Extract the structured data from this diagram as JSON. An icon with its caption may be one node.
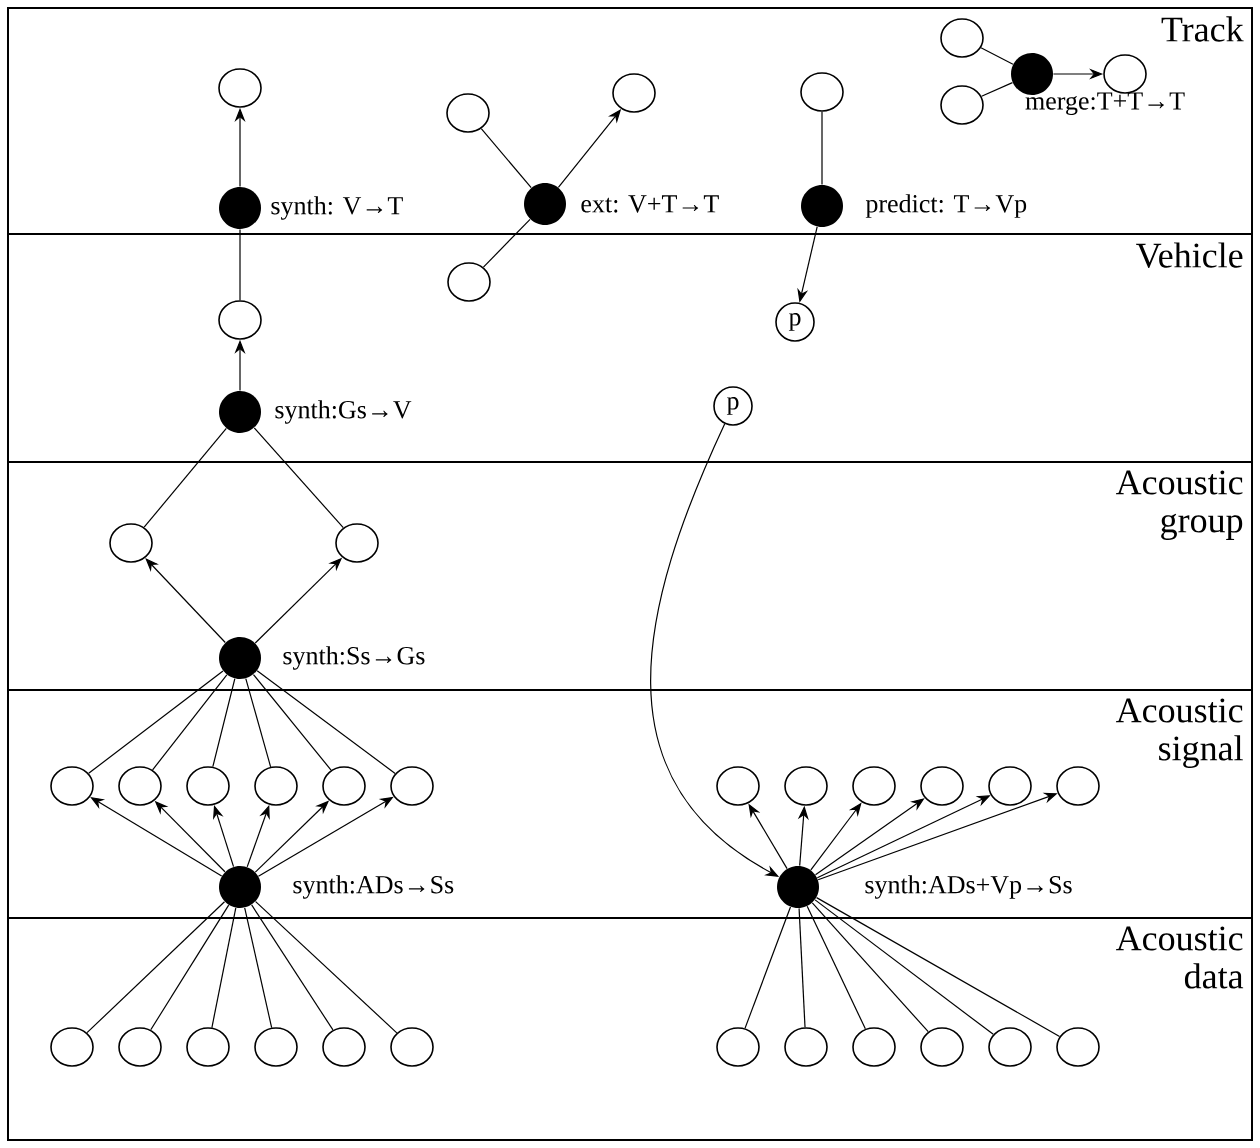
{
  "diagram": {
    "nodes": [
      {
        "text": [
          "Track"
        ]
      },
      {
        "text": [
          "Vehicle"
        ]
      },
      {
        "text": [
          "Acoustic group"
        ]
      },
      {
        "text": [
          "Acoustic signal"
        ]
      },
      {
        "text": [
          "Acoustic data"
        ]
      },
      {
        "text": [],
        "shape": "circle",
        "in": 0
      },
      {
        "text": [],
        "shape": "dot",
        "in": 0,
        "beside": [
          "synth: V→T"
        ]
      },
      {
        "text": [],
        "shape": "circle",
        "in": 0
      },
      {
        "text": [],
        "shape": "circle",
        "in": 0
      },
      {
        "text": [],
        "shape": "dot",
        "in": 0,
        "beside": [
          "ext: V+T→T"
        ]
      },
      {
        "text": [],
        "shape": "circle",
        "in": 0
      },
      {
        "text": [],
        "shape": "dot",
        "in": 0,
        "beside": [
          "predict: T→Vp"
        ]
      },
      {
        "text": [],
        "shape": "circle",
        "in": 0
      },
      {
        "text": [],
        "shape": "circle",
        "in": 0
      },
      {
        "text": [],
        "shape": "dot",
        "in": 0,
        "beside": [
          "merge:T+T→T"
        ]
      },
      {
        "text": [],
        "shape": "circle",
        "in": 0
      },
      {
        "text": [],
        "shape": "circle",
        "in": 1
      },
      {
        "text": [
          "p"
        ],
        "in": 1
      },
      {
        "text": [],
        "shape": "circle",
        "in": 1
      },
      {
        "text": [],
        "shape": "dot",
        "in": 1,
        "beside": [
          "synth:Gs→V"
        ]
      },
      {
        "text": [
          "p"
        ],
        "in": 1
      },
      {
        "text": [],
        "shape": "circle",
        "in": 2
      },
      {
        "text": [],
        "shape": "circle",
        "in": 2
      },
      {
        "text": [],
        "shape": "dot",
        "in": 2,
        "beside": [
          "synth:Ss→Gs"
        ]
      },
      {
        "text": [],
        "shape": "circle",
        "in": 3
      },
      {
        "text": [],
        "shape": "circle",
        "in": 3
      },
      {
        "text": [],
        "shape": "circle",
        "in": 3
      },
      {
        "text": [],
        "shape": "circle",
        "in": 3
      },
      {
        "text": [],
        "shape": "circle",
        "in": 3
      },
      {
        "text": [],
        "shape": "circle",
        "in": 3
      },
      {
        "text": [],
        "shape": "dot",
        "in": 3,
        "beside": [
          "synth:ADs→Ss"
        ]
      },
      {
        "text": [],
        "shape": "circle",
        "in": 3
      },
      {
        "text": [],
        "shape": "circle",
        "in": 3
      },
      {
        "text": [],
        "shape": "circle",
        "in": 3
      },
      {
        "text": [],
        "shape": "circle",
        "in": 3
      },
      {
        "text": [],
        "shape": "circle",
        "in": 3
      },
      {
        "text": [],
        "shape": "circle",
        "in": 3
      },
      {
        "text": [],
        "shape": "dot",
        "in": 3,
        "beside": [
          "synth:ADs+Vp→Ss"
        ]
      },
      {
        "text": [],
        "shape": "circle",
        "in": 4
      },
      {
        "text": [],
        "shape": "circle",
        "in": 4
      },
      {
        "text": [],
        "shape": "circle",
        "in": 4
      },
      {
        "text": [],
        "shape": "circle",
        "in": 4
      },
      {
        "text": [],
        "shape": "circle",
        "in": 4
      },
      {
        "text": [],
        "shape": "circle",
        "in": 4
      },
      {
        "text": [],
        "shape": "circle",
        "in": 4
      },
      {
        "text": [],
        "shape": "circle",
        "in": 4
      },
      {
        "text": [],
        "shape": "circle",
        "in": 4
      },
      {
        "text": [],
        "shape": "circle",
        "in": 4
      },
      {
        "text": [],
        "shape": "circle",
        "in": 4
      },
      {
        "text": [],
        "shape": "circle",
        "in": 4
      }
    ],
    "edges": [
      {
        "from": 6,
        "to": 5,
        "arrow": "to"
      },
      {
        "from": 18,
        "to": 6,
        "arrow": "none"
      },
      {
        "from": 19,
        "to": 18,
        "arrow": "to"
      },
      {
        "from": 19,
        "to": 21,
        "arrow": "none"
      },
      {
        "from": 19,
        "to": 22,
        "arrow": "none"
      },
      {
        "from": 23,
        "to": 21,
        "arrow": "to"
      },
      {
        "from": 23,
        "to": 22,
        "arrow": "to"
      },
      {
        "from": 23,
        "to": 24,
        "arrow": "none"
      },
      {
        "from": 23,
        "to": 25,
        "arrow": "none"
      },
      {
        "from": 23,
        "to": 26,
        "arrow": "none"
      },
      {
        "from": 23,
        "to": 27,
        "arrow": "none"
      },
      {
        "from": 23,
        "to": 28,
        "arrow": "none"
      },
      {
        "from": 23,
        "to": 29,
        "arrow": "none"
      },
      {
        "from": 30,
        "to": 24,
        "arrow": "to"
      },
      {
        "from": 30,
        "to": 25,
        "arrow": "to"
      },
      {
        "from": 30,
        "to": 26,
        "arrow": "to"
      },
      {
        "from": 30,
        "to": 27,
        "arrow": "to"
      },
      {
        "from": 30,
        "to": 28,
        "arrow": "to"
      },
      {
        "from": 30,
        "to": 29,
        "arrow": "to"
      },
      {
        "from": 30,
        "to": 38,
        "arrow": "none"
      },
      {
        "from": 30,
        "to": 39,
        "arrow": "none"
      },
      {
        "from": 30,
        "to": 40,
        "arrow": "none"
      },
      {
        "from": 30,
        "to": 41,
        "arrow": "none"
      },
      {
        "from": 30,
        "to": 42,
        "arrow": "none"
      },
      {
        "from": 30,
        "to": 43,
        "arrow": "none"
      },
      {
        "from": 7,
        "to": 9,
        "arrow": "none"
      },
      {
        "from": 16,
        "to": 9,
        "arrow": "none"
      },
      {
        "from": 9,
        "to": 8,
        "arrow": "to"
      },
      {
        "from": 10,
        "to": 11,
        "arrow": "none"
      },
      {
        "from": 11,
        "to": 17,
        "arrow": "to"
      },
      {
        "from": 12,
        "to": 14,
        "arrow": "none"
      },
      {
        "from": 13,
        "to": 14,
        "arrow": "none"
      },
      {
        "from": 14,
        "to": 15,
        "arrow": "to"
      },
      {
        "from": 20,
        "to": 37,
        "arrow": "to"
      },
      {
        "from": 37,
        "to": 31,
        "arrow": "to"
      },
      {
        "from": 37,
        "to": 32,
        "arrow": "to"
      },
      {
        "from": 37,
        "to": 33,
        "arrow": "to"
      },
      {
        "from": 37,
        "to": 34,
        "arrow": "to"
      },
      {
        "from": 37,
        "to": 35,
        "arrow": "to"
      },
      {
        "from": 37,
        "to": 36,
        "arrow": "to"
      },
      {
        "from": 37,
        "to": 44,
        "arrow": "none"
      },
      {
        "from": 37,
        "to": 45,
        "arrow": "none"
      },
      {
        "from": 37,
        "to": 46,
        "arrow": "none"
      },
      {
        "from": 37,
        "to": 47,
        "arrow": "none"
      },
      {
        "from": 37,
        "to": 48,
        "arrow": "none"
      },
      {
        "from": 37,
        "to": 49,
        "arrow": "none"
      }
    ]
  }
}
